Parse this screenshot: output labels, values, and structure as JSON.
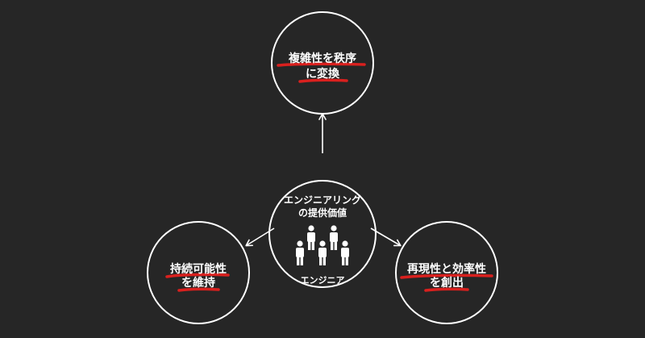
{
  "center": {
    "line1": "エンジニアリング",
    "line2": "の提供価値",
    "people_label": "エンジニア"
  },
  "top": {
    "line1": "複雑性を秩序",
    "line2": "に変換"
  },
  "left": {
    "line1": "持続可能性",
    "line2": "を維持"
  },
  "right": {
    "line1": "再現性と効率性",
    "line2": "を創出"
  },
  "colors": {
    "background": "#262626",
    "stroke": "#ffffff",
    "underline": "#d9201e"
  },
  "icons": {
    "people": "people-group-icon"
  }
}
